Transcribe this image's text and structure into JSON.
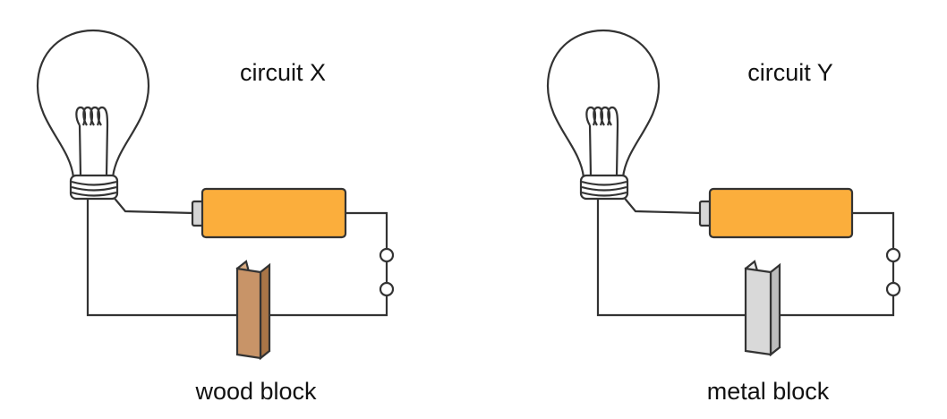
{
  "circuits": [
    {
      "title": "circuit X",
      "block_label": "wood block",
      "block_colors": {
        "front": "#c89468",
        "side": "#a97547",
        "top": "#d8ab82"
      }
    },
    {
      "title": "circuit Y",
      "block_label": "metal block",
      "block_colors": {
        "front": "#d9d9d9",
        "side": "#bdbdbd",
        "top": "#ececec"
      }
    }
  ],
  "colors": {
    "battery": "#fbae3c",
    "battery_terminal": "#d6d6d6",
    "bulb_glass": "#ffffff",
    "wire": "#333333"
  },
  "icons": [
    "light-bulb-icon",
    "battery-icon",
    "switch-terminal-icon",
    "block-icon"
  ]
}
